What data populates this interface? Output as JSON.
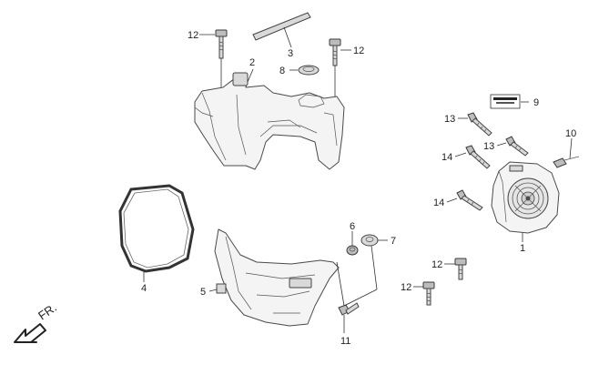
{
  "diagram": {
    "direction_label": "FR.",
    "callouts": [
      {
        "id": "c-12-top-left",
        "text": "12"
      },
      {
        "id": "c-3",
        "text": "3"
      },
      {
        "id": "c-12-top-right",
        "text": "12"
      },
      {
        "id": "c-2",
        "text": "2"
      },
      {
        "id": "c-8",
        "text": "8"
      },
      {
        "id": "c-9",
        "text": "9"
      },
      {
        "id": "c-13-a",
        "text": "13"
      },
      {
        "id": "c-13-b",
        "text": "13"
      },
      {
        "id": "c-10",
        "text": "10"
      },
      {
        "id": "c-14-a",
        "text": "14"
      },
      {
        "id": "c-14-b",
        "text": "14"
      },
      {
        "id": "c-1",
        "text": "1"
      },
      {
        "id": "c-4",
        "text": "4"
      },
      {
        "id": "c-6",
        "text": "6"
      },
      {
        "id": "c-7",
        "text": "7"
      },
      {
        "id": "c-5",
        "text": "5"
      },
      {
        "id": "c-12-mid",
        "text": "12"
      },
      {
        "id": "c-12-bottom",
        "text": "12"
      },
      {
        "id": "c-11",
        "text": "11"
      }
    ]
  }
}
